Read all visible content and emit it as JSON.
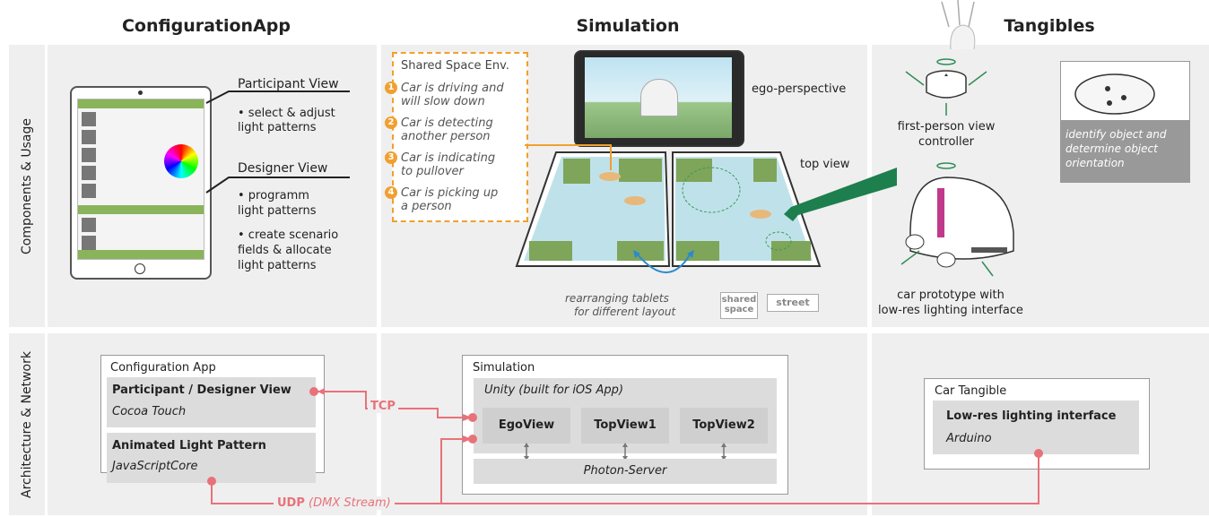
{
  "columns": {
    "config": "ConfigurationApp",
    "simulation": "Simulation",
    "tangibles": "Tangibles"
  },
  "rows": {
    "components": "Components & Usage",
    "architecture": "Architecture & Network"
  },
  "config_usage": {
    "participant_title": "Participant View",
    "participant_bullets": [
      "• select & adjust",
      "light patterns"
    ],
    "designer_title": "Designer View",
    "designer_bullets_1": [
      "• programm",
      "light patterns"
    ],
    "designer_bullets_2": [
      "• create scenario",
      "fields & allocate",
      "light patterns"
    ]
  },
  "shared_space": {
    "title": "Shared Space Env.",
    "items": [
      {
        "num": "1",
        "line1": "Car is driving and",
        "line2": "will slow down"
      },
      {
        "num": "2",
        "line1": "Car is detecting",
        "line2": "another person"
      },
      {
        "num": "3",
        "line1": "Car is indicating",
        "line2": "to pullover"
      },
      {
        "num": "4",
        "line1": "Car is picking up",
        "line2": "a person"
      }
    ]
  },
  "simulation_usage": {
    "ego_label": "ego-perspective",
    "top_label": "top view",
    "rearrange_1": "rearranging tablets",
    "rearrange_2": "for different layout",
    "shared_tag_1": "shared",
    "shared_tag_2": "space",
    "street_tag": "street"
  },
  "tangibles_usage": {
    "controller_1": "first-person view",
    "controller_2": "controller",
    "identify_1": "identify object and",
    "identify_2": "determine object",
    "identify_3": "orientation",
    "car_1": "car prototype with",
    "car_2": "low-res lighting interface"
  },
  "arch": {
    "config_app": "Configuration App",
    "pd_view": "Participant / Designer View",
    "cocoa": "Cocoa Touch",
    "animated": "Animated Light Pattern",
    "jscore": "JavaScriptCore",
    "simulation": "Simulation",
    "unity": "Unity (built for iOS App)",
    "ego": "EgoView",
    "top1": "TopView1",
    "top2": "TopView2",
    "photon": "Photon-Server",
    "car_tangible": "Car Tangible",
    "lowres": "Low-res lighting interface",
    "arduino": "Arduino",
    "tcp": "TCP",
    "udp": "UDP",
    "dmx": "(DMX Stream)"
  },
  "colors": {
    "accent": "#e8727a",
    "orange": "#f0a030",
    "green": "#2e8b57",
    "panel": "#efefef"
  }
}
